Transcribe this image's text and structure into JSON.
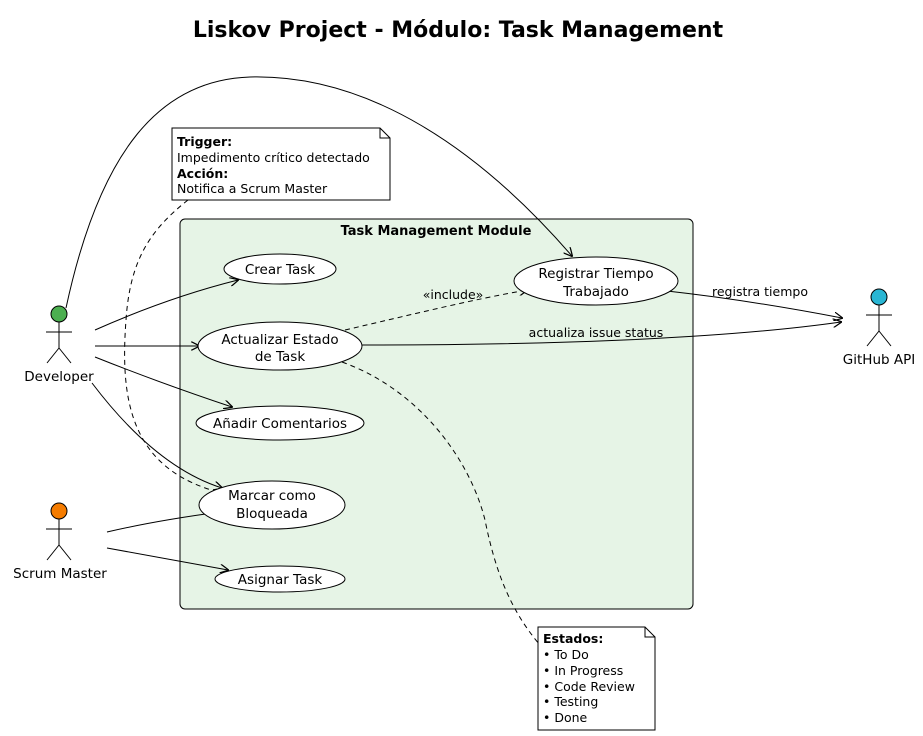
{
  "title": "Liskov Project - Módulo: Task Management",
  "module": {
    "title": "Task Management Module"
  },
  "actors": {
    "developer": {
      "label": "Developer",
      "color": "#4caf50"
    },
    "scrum_master": {
      "label": "Scrum Master",
      "color": "#f57c00"
    },
    "github_api": {
      "label": "GitHub API",
      "color": "#29b6d4"
    }
  },
  "use_cases": {
    "crear_task": {
      "lines": [
        "Crear Task"
      ]
    },
    "actualizar_estado": {
      "lines": [
        "Actualizar Estado",
        "de Task"
      ]
    },
    "anadir_comentarios": {
      "lines": [
        "Añadir Comentarios"
      ]
    },
    "marcar_bloqueada": {
      "lines": [
        "Marcar como",
        "Bloqueada"
      ]
    },
    "asignar_task": {
      "lines": [
        "Asignar Task"
      ]
    },
    "registrar_tiempo": {
      "lines": [
        "Registrar Tiempo",
        "Trabajado"
      ]
    }
  },
  "edges": {
    "include": "«include»",
    "registra_tiempo": "registra tiempo",
    "actualiza_issue": "actualiza issue status"
  },
  "notes": {
    "trigger": {
      "trigger_label": "Trigger:",
      "trigger_text": "Impedimento crítico detectado",
      "accion_label": "Acción:",
      "accion_text": "Notifica a Scrum Master"
    },
    "estados": {
      "label": "Estados:",
      "items": [
        "• To Do",
        "• In Progress",
        "• Code Review",
        "• Testing",
        "• Done"
      ]
    }
  },
  "colors": {
    "module_fill": "#e6f4e6",
    "stroke": "#000000",
    "note_fill": "#ffffff"
  }
}
